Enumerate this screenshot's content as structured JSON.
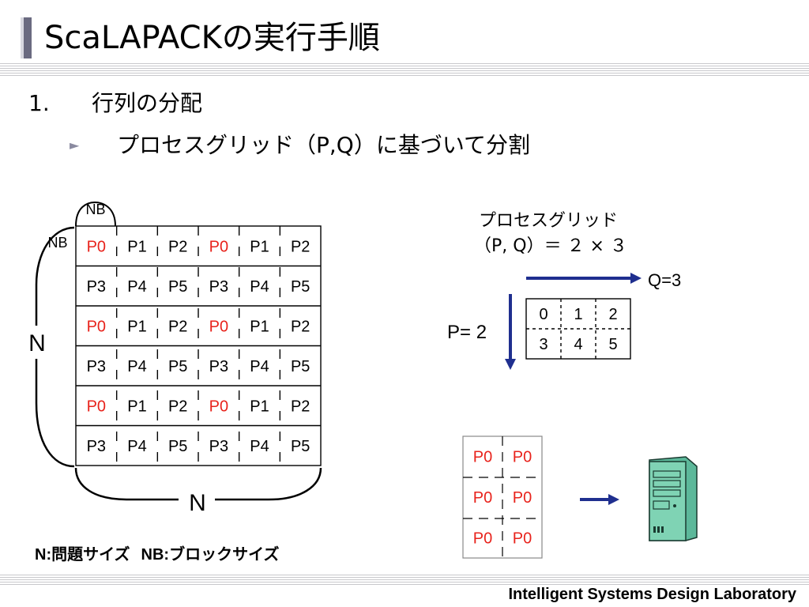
{
  "slide": {
    "title": "ScaLAPACKの実行手順",
    "point1_number": "1.",
    "point1_text": "行列の分配",
    "subpoint_text": "プロセスグリッド（P,Q）に基づいて分割",
    "footer": "Intelligent Systems Design Laboratory"
  },
  "matrix": {
    "nb_top_label": "NB",
    "nb_left_label": "NB",
    "n_left_label": "N",
    "n_bottom_label": "N",
    "cells": [
      [
        "P0",
        "P1",
        "P2",
        "P0",
        "P1",
        "P2"
      ],
      [
        "P3",
        "P4",
        "P5",
        "P3",
        "P4",
        "P5"
      ],
      [
        "P0",
        "P1",
        "P2",
        "P0",
        "P1",
        "P2"
      ],
      [
        "P3",
        "P4",
        "P5",
        "P3",
        "P4",
        "P5"
      ],
      [
        "P0",
        "P1",
        "P2",
        "P0",
        "P1",
        "P2"
      ],
      [
        "P3",
        "P4",
        "P5",
        "P3",
        "P4",
        "P5"
      ]
    ],
    "highlight_value": "P0",
    "highlight_color": "#e8231c"
  },
  "process_grid": {
    "heading_line1": "プロセスグリッド",
    "heading_line2": "（P, Q）＝ ２ × ３",
    "q_label": "Q=3",
    "p_label": "P= 2",
    "cells": [
      [
        "0",
        "1",
        "2"
      ],
      [
        "3",
        "4",
        "5"
      ]
    ],
    "arrow_color": "#1f2f8f"
  },
  "local_block": {
    "cells": [
      [
        "P0",
        "P0"
      ],
      [
        "P0",
        "P0"
      ],
      [
        "P0",
        "P0"
      ]
    ],
    "computer_icon": "server-tower-icon",
    "computer_color": "#7fd3b4"
  },
  "legend": {
    "n_key": "N",
    "n_sep": ":",
    "n_desc": "問題サイズ",
    "nb_key": "NB:",
    "nb_desc": "ブロックサイズ"
  }
}
